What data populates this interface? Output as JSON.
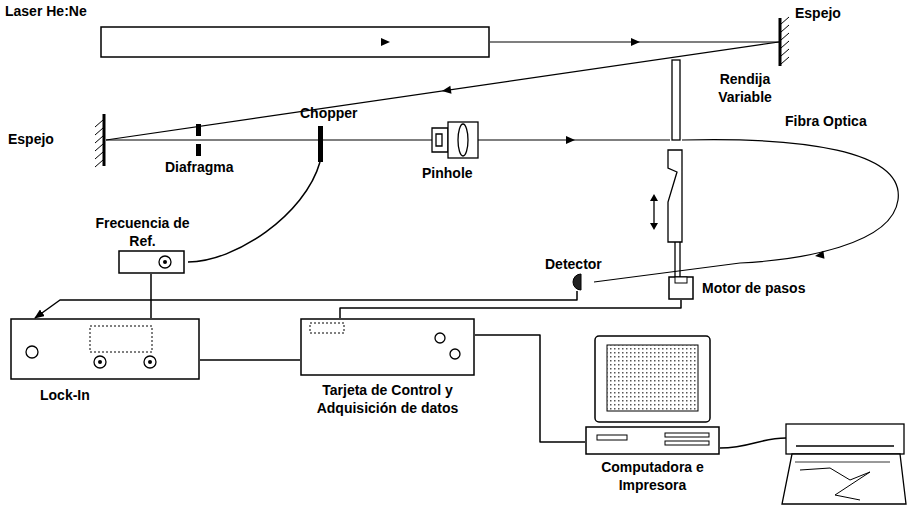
{
  "diagram": {
    "nodes": [
      {
        "text": [
          "Laser He:Ne"
        ]
      },
      {
        "text": [
          "Frecuencia de Ref."
        ]
      },
      {
        "text": [
          "Detector"
        ]
      },
      {
        "text": [
          "Motor de pasos"
        ]
      },
      {
        "text": [
          "Lock-In"
        ]
      },
      {
        "text": [
          "Tarjeta de Control y Adquisición de datos"
        ]
      },
      {
        "text": [
          "Computadora e Impresora"
        ]
      }
    ],
    "edges": [
      {
        "from": 1,
        "to": 4,
        "arrow": "none"
      },
      {
        "from": 2,
        "to": 4,
        "arrow": "to"
      },
      {
        "from": 3,
        "to": 5,
        "arrow": "none"
      },
      {
        "from": 4,
        "to": 5,
        "arrow": "none"
      },
      {
        "from": 5,
        "to": 6,
        "arrow": "none"
      }
    ],
    "labels": [
      "Espejo",
      "Espejo",
      "Chopper",
      "Diafragma",
      "Pinhole",
      "Rendija Variable",
      "Fibra Optica"
    ]
  }
}
